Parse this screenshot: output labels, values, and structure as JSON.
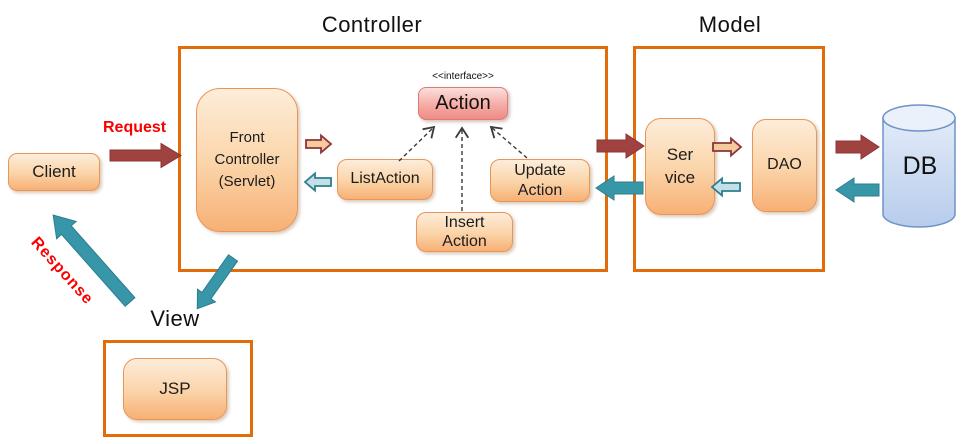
{
  "diagram": {
    "regions": {
      "controller_title": "Controller",
      "model_title": "Model",
      "view_title": "View"
    },
    "nodes": {
      "client": "Client",
      "front_controller": {
        "lines": [
          "Front",
          "Controller",
          "(Servlet)"
        ]
      },
      "action_interface": {
        "stereotype": "<<interface>>",
        "name": "Action"
      },
      "list_action": "ListAction",
      "insert_action": {
        "lines": [
          "Insert",
          "Action"
        ]
      },
      "update_action": {
        "lines": [
          "Update",
          "Action"
        ]
      },
      "service": {
        "lines": [
          "Ser",
          "vice"
        ]
      },
      "dao": "DAO",
      "db": "DB",
      "jsp": "JSP"
    },
    "labels": {
      "request": "Request",
      "response": "Response"
    },
    "colors": {
      "region_border": "#E26B0A",
      "node_fill_top": "#FDEDDA",
      "node_fill_bottom": "#F7B075",
      "node_border": "#E8955A",
      "interface_border": "#D97B76",
      "interface_fill": "#F5ABA5",
      "request_arrow_red": "#A04240",
      "response_arrow_teal": "#3796A8",
      "label_red": "#FA0000",
      "db_fill": "#D9E4F5",
      "db_border": "#6E93C8"
    }
  }
}
